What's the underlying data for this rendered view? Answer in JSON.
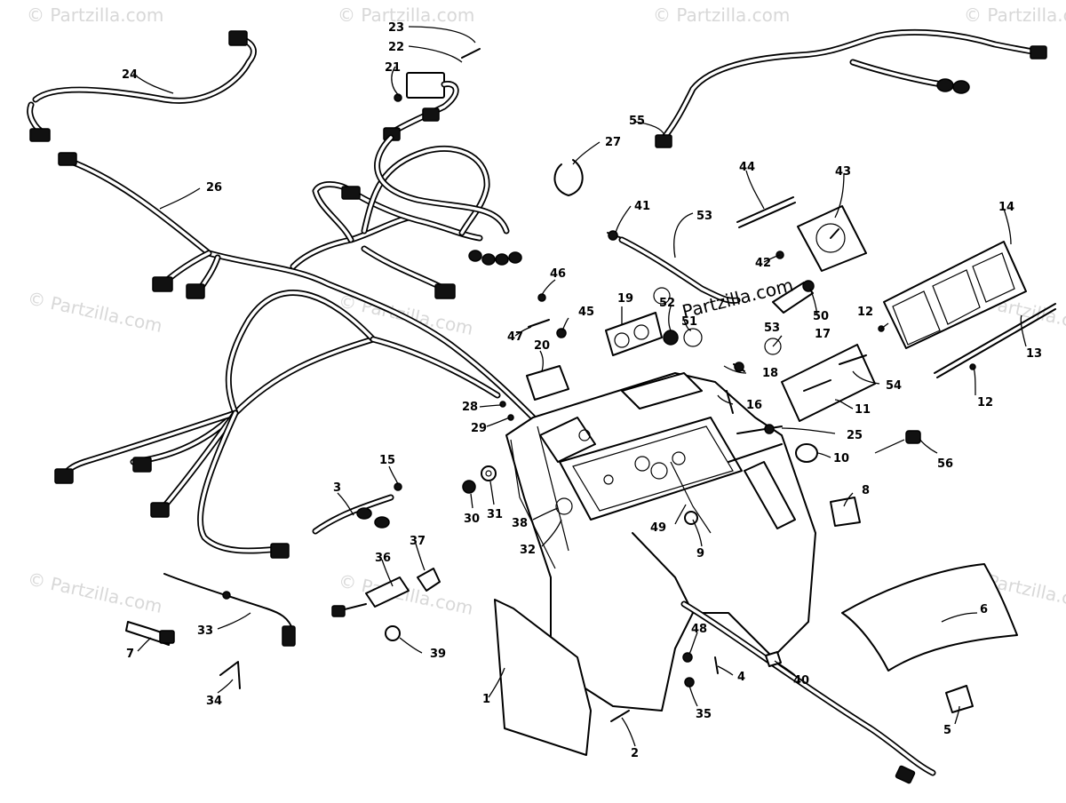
{
  "watermark": "© Partzilla.com",
  "center_watermark": "Partzilla.com",
  "labels": {
    "1": "1",
    "2": "2",
    "3": "3",
    "4": "4",
    "5": "5",
    "6": "6",
    "7": "7",
    "8": "8",
    "9": "9",
    "10": "10",
    "11": "11",
    "12a": "12",
    "12b": "12",
    "13": "13",
    "14": "14",
    "15": "15",
    "16": "16",
    "17": "17",
    "18": "18",
    "19": "19",
    "20": "20",
    "21": "21",
    "22": "22",
    "23": "23",
    "24": "24",
    "25": "25",
    "26": "26",
    "27": "27",
    "28": "28",
    "29": "29",
    "30": "30",
    "31": "31",
    "32": "32",
    "33": "33",
    "34": "34",
    "35": "35",
    "36": "36",
    "37": "37",
    "38": "38",
    "39": "39",
    "40": "40",
    "41": "41",
    "42": "42",
    "43": "43",
    "44": "44",
    "45": "45",
    "46": "46",
    "47": "47",
    "48": "48",
    "49": "49",
    "50": "50",
    "51": "51",
    "52": "52",
    "53a": "53",
    "53b": "53",
    "54": "54",
    "55": "55",
    "56": "56"
  }
}
